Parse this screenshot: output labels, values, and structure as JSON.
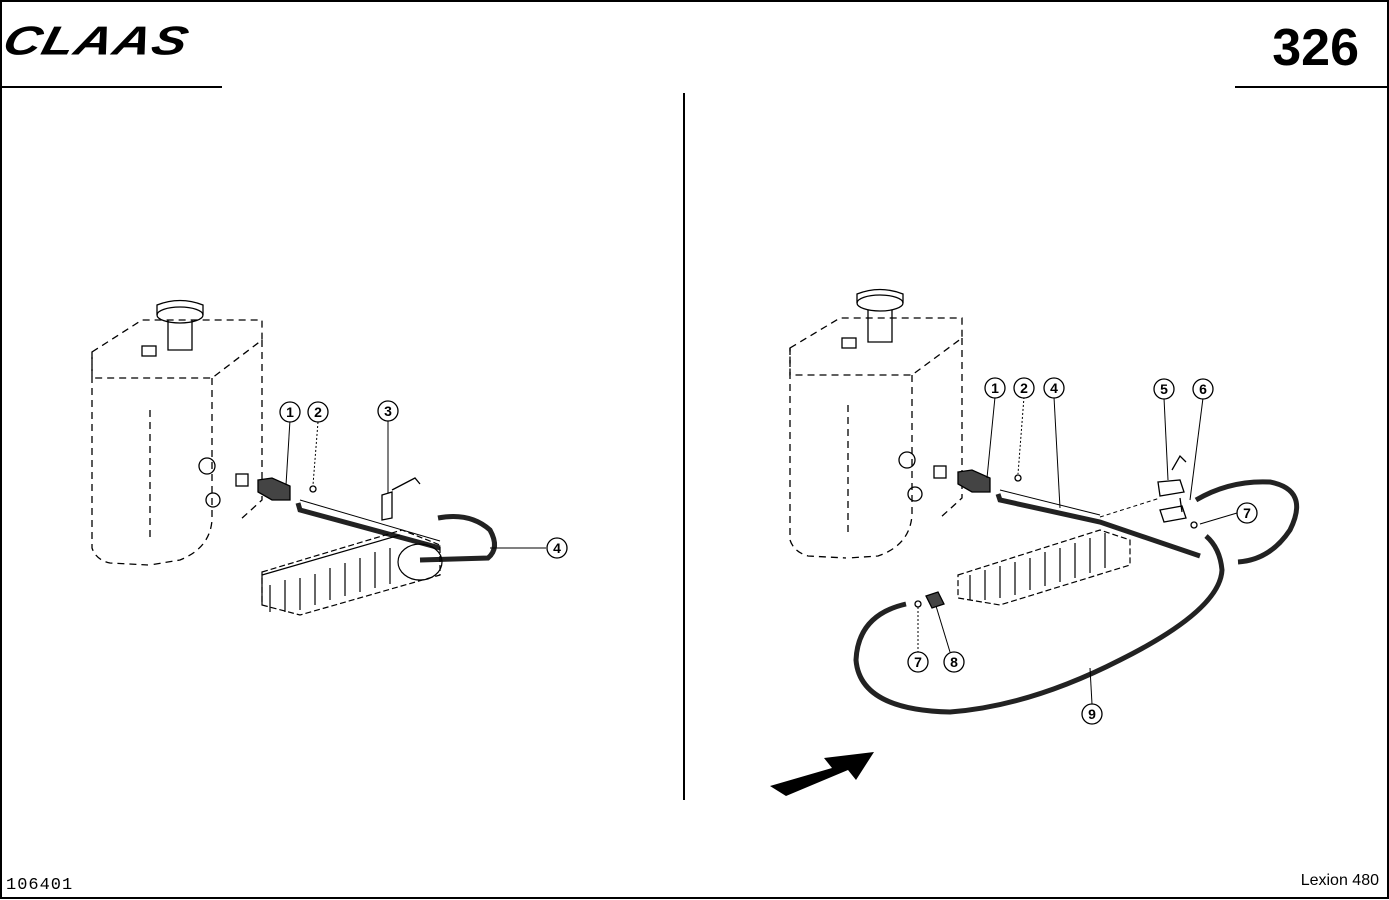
{
  "header": {
    "brand": "CLAAS",
    "page_number": "326"
  },
  "footer": {
    "document_id": "106401",
    "model": "Lexion 480"
  },
  "left_callouts": [
    "1",
    "2",
    "3",
    "4"
  ],
  "right_callouts": [
    "1",
    "2",
    "4",
    "5",
    "6",
    "7",
    "7",
    "8",
    "9"
  ]
}
